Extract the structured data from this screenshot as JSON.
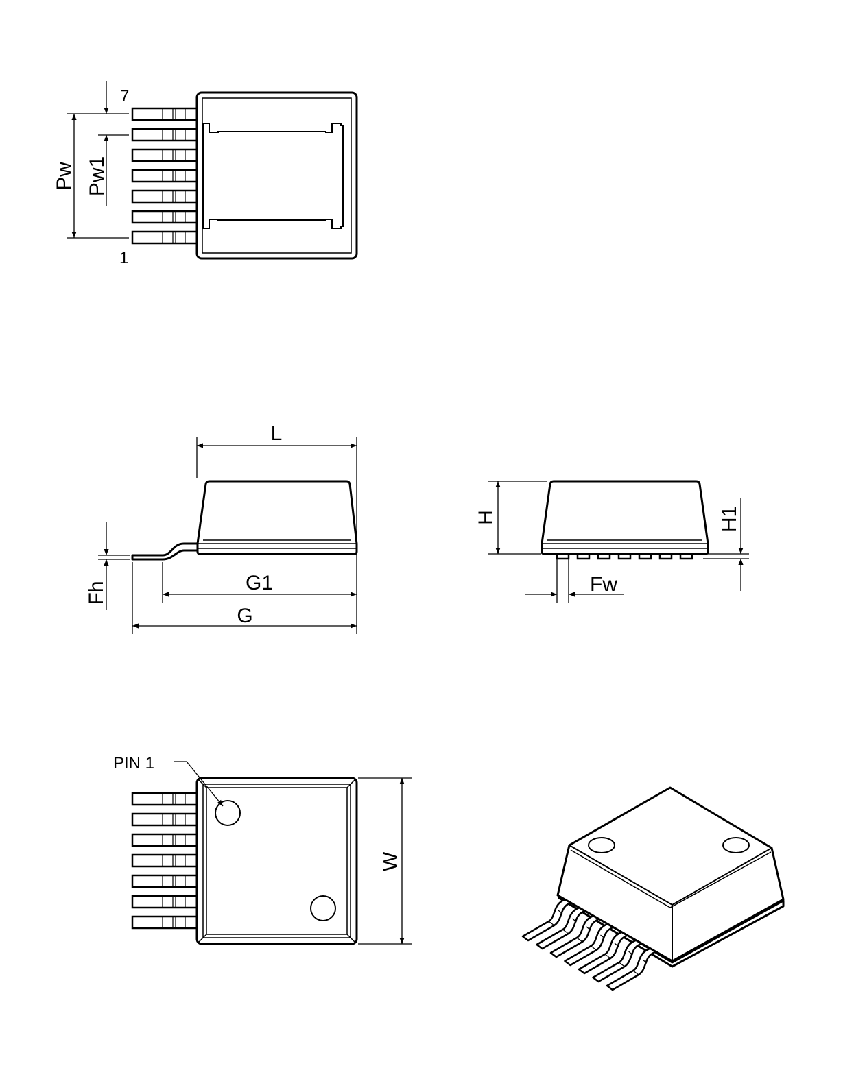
{
  "drawing": {
    "top_view": {
      "pin_top_label": "7",
      "pin_bottom_label": "1",
      "pitch_total_label": "Pw",
      "pitch_label": "Pw1",
      "pin_count": 7
    },
    "side_view": {
      "length_label": "L",
      "lead_span_inner_label": "G1",
      "lead_span_label": "G",
      "lead_thickness_label": "Fh"
    },
    "end_view": {
      "height_label": "H",
      "standoff_label": "H1",
      "lead_width_label": "Fw"
    },
    "bottom_view": {
      "pin1_label": "PIN 1",
      "width_label": "W"
    },
    "colors": {
      "line": "#000000",
      "background": "#ffffff"
    }
  }
}
